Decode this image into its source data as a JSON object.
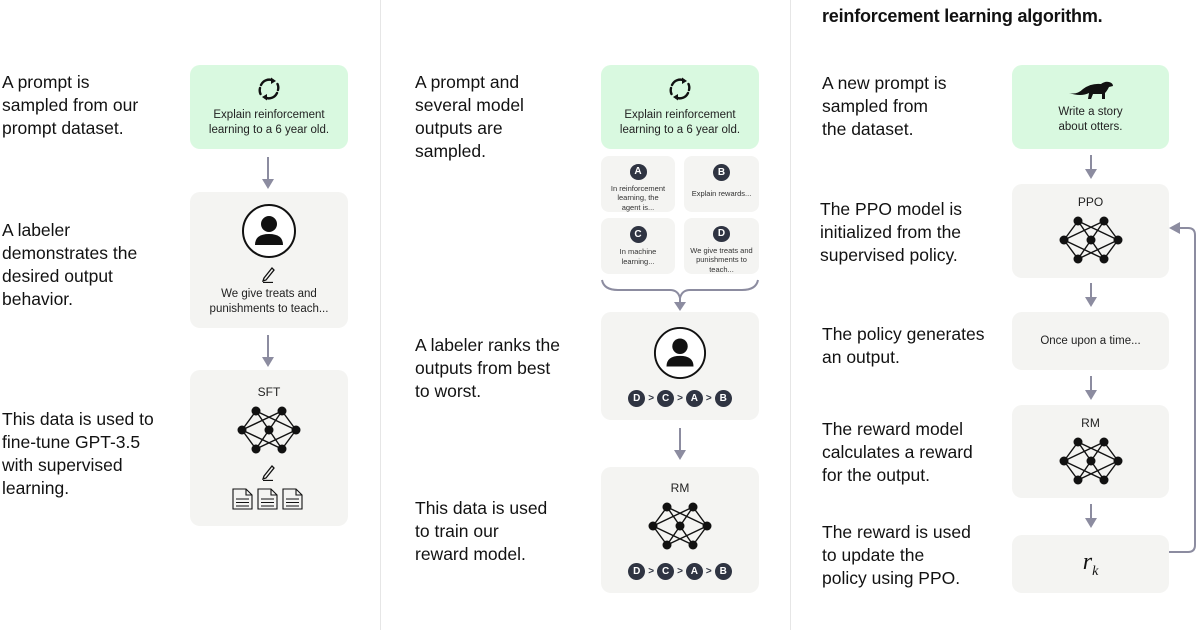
{
  "header": {
    "col3_title_line": "reinforcement learning algorithm."
  },
  "colors": {
    "prompt_card": "#d9f9e0",
    "model_card": "#f4f4f2",
    "arrow": "#8c8ca0",
    "badge": "#2f3442"
  },
  "step1": {
    "texts": [
      "A prompt is\nsampled from our\nprompt dataset.",
      "A labeler\ndemonstrates the\ndesired output\nbehavior.",
      "This data is used to\nfine-tune GPT-3.5\nwith supervised\nlearning."
    ],
    "prompt": "Explain reinforcement\nlearning to a 6 year old.",
    "demo_output": "We give treats and\npunishments to teach...",
    "model_label": "SFT"
  },
  "step2": {
    "texts": [
      "A prompt and\nseveral model\noutputs are\nsampled.",
      "A labeler ranks the\noutputs from best\nto worst.",
      "This data is used\nto train our\nreward model."
    ],
    "prompt": "Explain reinforcement\nlearning to a 6 year old.",
    "outputs": [
      {
        "id": "A",
        "text": "In reinforcement\nlearning, the\nagent is..."
      },
      {
        "id": "B",
        "text": "Explain rewards..."
      },
      {
        "id": "C",
        "text": "In machine\nlearning..."
      },
      {
        "id": "D",
        "text": "We give treats and\npunishments to\nteach..."
      }
    ],
    "ranking": [
      "D",
      "C",
      "A",
      "B"
    ],
    "rank_separator": ">",
    "model_label": "RM"
  },
  "step3": {
    "texts": [
      "A new prompt is\nsampled from\nthe dataset.",
      "The PPO model is\ninitialized from the\nsupervised policy.",
      "The policy generates\nan output.",
      "The reward model\ncalculates a reward\nfor the output.",
      "The reward is used\nto update the\npolicy using PPO."
    ],
    "prompt": "Write a story\nabout otters.",
    "policy_label": "PPO",
    "output": "Once upon a time...",
    "rm_label": "RM",
    "reward_symbol": "r",
    "reward_subscript": "k"
  }
}
